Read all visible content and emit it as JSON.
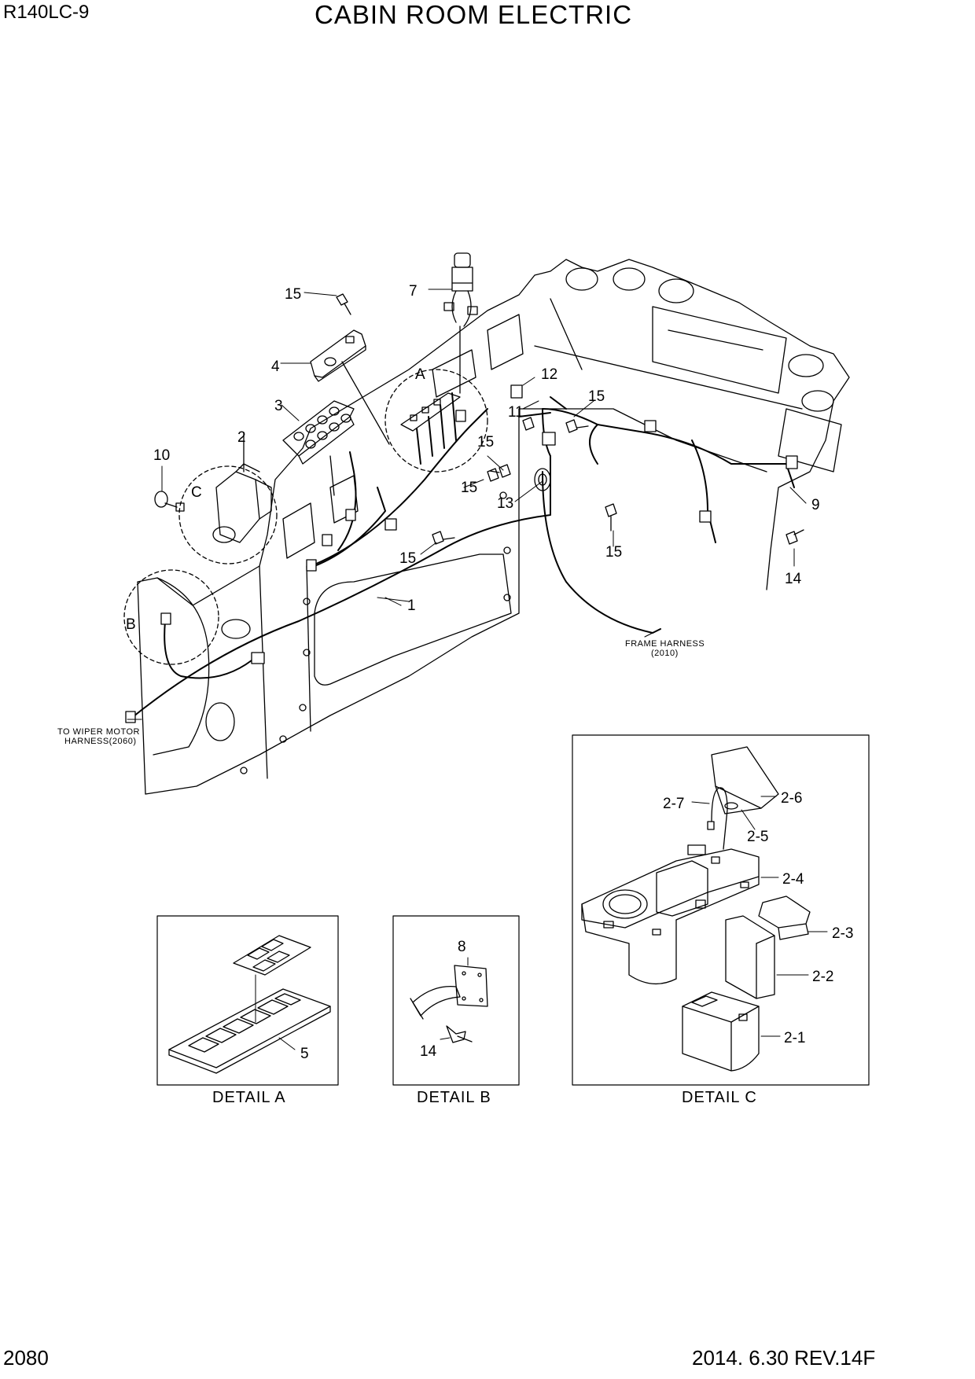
{
  "header": {
    "model": "R140LC-9",
    "title": "CABIN ROOM ELECTRIC"
  },
  "footer": {
    "page_number": "2080",
    "revision": "2014. 6.30  REV.14F"
  },
  "callouts": {
    "c1": "1",
    "c2": "2",
    "c3": "3",
    "c4": "4",
    "c7": "7",
    "c9": "9",
    "c10": "10",
    "c11": "11",
    "c12": "12",
    "c13": "13",
    "c14": "14",
    "c15a": "15",
    "c15b": "15",
    "c15c": "15",
    "c15d": "15",
    "c15e": "15",
    "c15f": "15",
    "detail_a": "A",
    "detail_b": "B",
    "detail_c": "C"
  },
  "notes": {
    "wiper_line1": "TO WIPER MOTOR",
    "wiper_line2": "HARNESS(2060)",
    "frame_line1": "FRAME HARNESS",
    "frame_line2": "(2010)"
  },
  "details": {
    "a": {
      "caption": "DETAIL  A",
      "callouts": [
        "5"
      ]
    },
    "b": {
      "caption": "DETAIL  B",
      "callouts": [
        "8",
        "14"
      ]
    },
    "c": {
      "caption": "DETAIL C",
      "callouts": [
        "2-7",
        "2-6",
        "2-5",
        "2-4",
        "2-3",
        "2-2",
        "2-1"
      ]
    }
  }
}
